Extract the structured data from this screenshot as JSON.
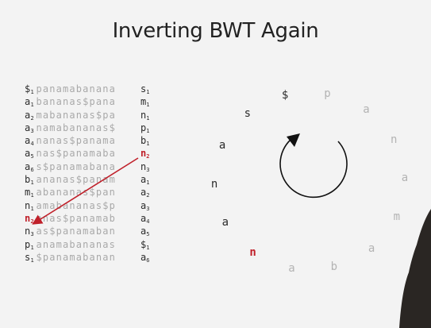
{
  "slide": {
    "title": "Inverting BWT Again"
  },
  "bwm_rows": [
    {
      "first": "$",
      "first_rank": "1",
      "middle": "panamabanana",
      "last": "s",
      "last_rank": "1",
      "last_highlight": false
    },
    {
      "first": "a",
      "first_rank": "1",
      "middle": "bananas$pana",
      "last": "m",
      "last_rank": "1",
      "last_highlight": false
    },
    {
      "first": "a",
      "first_rank": "2",
      "middle": "mabananas$pa",
      "last": "n",
      "last_rank": "1",
      "last_highlight": false
    },
    {
      "first": "a",
      "first_rank": "3",
      "middle": "namabananas$",
      "last": "p",
      "last_rank": "1",
      "last_highlight": false
    },
    {
      "first": "a",
      "first_rank": "4",
      "middle": "nanas$panama",
      "last": "b",
      "last_rank": "1",
      "last_highlight": false
    },
    {
      "first": "a",
      "first_rank": "5",
      "middle": "nas$panamaba",
      "last": "n",
      "last_rank": "2",
      "last_highlight": true
    },
    {
      "first": "a",
      "first_rank": "6",
      "middle": "s$panamabana",
      "last": "n",
      "last_rank": "3",
      "last_highlight": false
    },
    {
      "first": "b",
      "first_rank": "1",
      "middle": "ananas$panam",
      "last": "a",
      "last_rank": "1",
      "last_highlight": false
    },
    {
      "first": "m",
      "first_rank": "1",
      "middle": "abananas$pan",
      "last": "a",
      "last_rank": "2",
      "last_highlight": false
    },
    {
      "first": "n",
      "first_rank": "1",
      "middle": "amabananas$p",
      "last": "a",
      "last_rank": "3",
      "last_highlight": false
    },
    {
      "first": "n",
      "first_rank": "2",
      "middle": "anas$panamab",
      "last": "a",
      "last_rank": "4",
      "last_highlight": false,
      "first_highlight": true
    },
    {
      "first": "n",
      "first_rank": "3",
      "middle": "as$panamaban",
      "last": "a",
      "last_rank": "5",
      "last_highlight": false
    },
    {
      "first": "p",
      "first_rank": "1",
      "middle": "anamabananas",
      "last": "$",
      "last_rank": "1",
      "last_highlight": false
    },
    {
      "first": "s",
      "first_rank": "1",
      "middle": "$panamabanan",
      "last": "a",
      "last_rank": "6",
      "last_highlight": false
    }
  ],
  "ring": [
    {
      "char": "$",
      "style": "dark"
    },
    {
      "char": "p",
      "style": "grey"
    },
    {
      "char": "a",
      "style": "grey"
    },
    {
      "char": "n",
      "style": "grey"
    },
    {
      "char": "a",
      "style": "grey"
    },
    {
      "char": "m",
      "style": "grey"
    },
    {
      "char": "a",
      "style": "grey"
    },
    {
      "char": "b",
      "style": "grey"
    },
    {
      "char": "a",
      "style": "grey"
    },
    {
      "char": "n",
      "style": "red"
    },
    {
      "char": "a",
      "style": "dark"
    },
    {
      "char": "n",
      "style": "dark"
    },
    {
      "char": "a",
      "style": "dark"
    },
    {
      "char": "s",
      "style": "dark"
    }
  ],
  "colors": {
    "highlight": "#c0202a",
    "dark_text": "#2b2b2b",
    "faded_text": "#a9a9a9",
    "background": "#f3f3f3"
  },
  "icons": {
    "cycle_arrow": "circular-arrow-icon",
    "mapping_arrow": "red-diagonal-arrow-icon"
  }
}
